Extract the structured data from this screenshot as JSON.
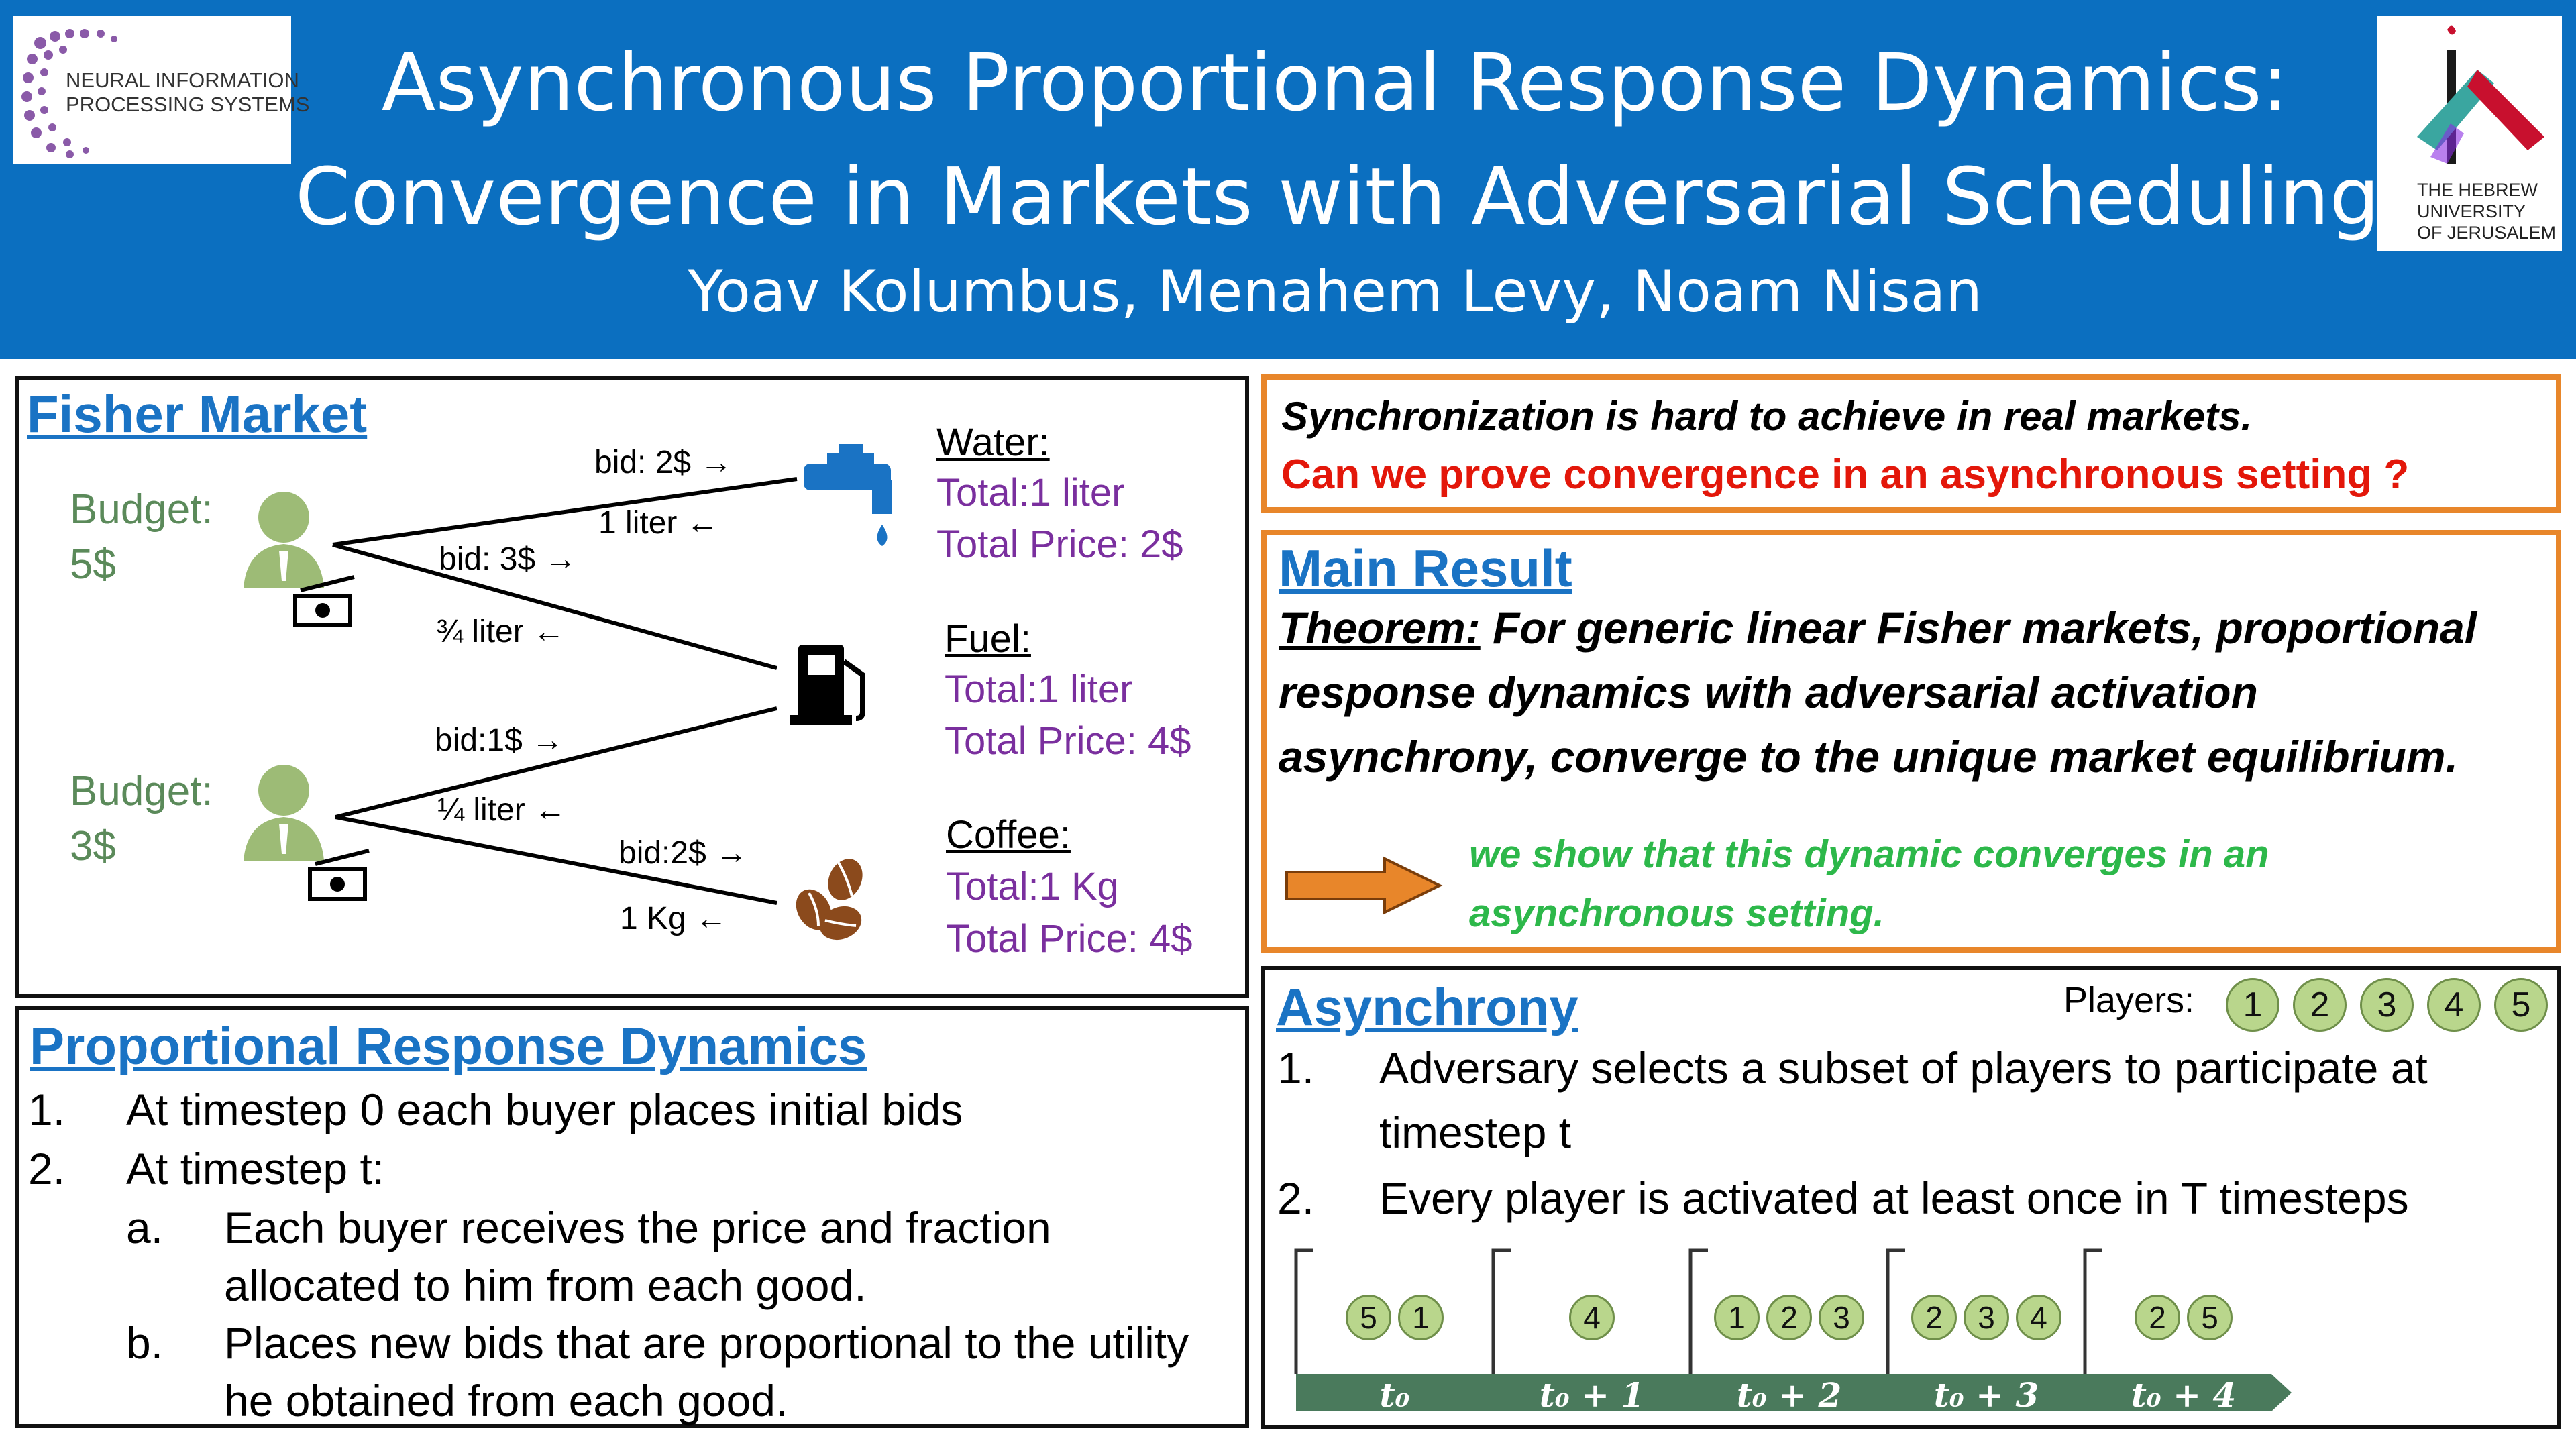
{
  "header": {
    "title_line1": "Asynchronous Proportional Response Dynamics:",
    "title_line2": "Convergence in Markets with Adversarial Scheduling",
    "authors": "Yoav Kolumbus,  Menahem Levy,  Noam Nisan",
    "logo_left_line1": "NEURAL INFORMATION",
    "logo_left_line2": "PROCESSING SYSTEMS",
    "logo_right_line1": "THE HEBREW",
    "logo_right_line2": "UNIVERSITY",
    "logo_right_line3": "OF JERUSALEM"
  },
  "fisher": {
    "title": "Fisher Market",
    "buyer1": {
      "label": "Budget:",
      "value": "5$"
    },
    "buyer2": {
      "label": "Budget:",
      "value": "3$"
    },
    "edges": {
      "b1_water_bid": "bid: 2$ →",
      "b1_water_alloc": "1 liter ←",
      "b1_fuel_bid": "bid: 3$ →",
      "b1_fuel_alloc": "¾ liter ←",
      "b2_fuel_bid": "bid:1$ →",
      "b2_fuel_alloc": "¼ liter ←",
      "b2_coffee_bid": "bid:2$ →",
      "b2_coffee_alloc": "1 Kg ←"
    },
    "goods": [
      {
        "name": "Water:",
        "total": "Total:1 liter",
        "price": "Total Price: 2$"
      },
      {
        "name": "Fuel:",
        "total": "Total:1 liter",
        "price": "Total Price: 4$"
      },
      {
        "name": "Coffee:",
        "total": "Total:1 Kg",
        "price": "Total Price: 4$"
      }
    ],
    "colors": {
      "budget": "#5b8a5a",
      "goods": "#7a2f9e",
      "water_icon": "#1a73c4",
      "coffee_icon": "#8b4a1c"
    }
  },
  "prd": {
    "title": "Proportional Response Dynamics",
    "item1_num": "1.",
    "item1_text": "At timestep 0 each buyer places initial bids",
    "item2_num": "2.",
    "item2_text": "At timestep t:",
    "sub_a_num": "a.",
    "sub_a_line1": "Each buyer receives the price and fraction",
    "sub_a_line2": "allocated to him from each good.",
    "sub_b_num": "b.",
    "sub_b_line1": "Places new bids that are proportional to the utility",
    "sub_b_line2": "he obtained from each good."
  },
  "sync": {
    "line1": "Synchronization is hard to achieve in real markets.",
    "line2": "Can we prove convergence in an asynchronous setting ?"
  },
  "main_result": {
    "title": "Main Result",
    "theorem_label": "Theorem:",
    "theorem_line1": " For generic linear Fisher markets, proportional",
    "theorem_line2": "response dynamics with adversarial activation",
    "theorem_line3": "asynchrony, converge to the unique market equilibrium.",
    "note_line1": "we show that this dynamic converges in an",
    "note_line2": "asynchronous setting."
  },
  "asynchrony": {
    "title": "Asynchrony",
    "players_label": "Players:",
    "players": [
      "1",
      "2",
      "3",
      "4",
      "5"
    ],
    "item1_num": "1.",
    "item1_line1": "Adversary selects a subset of players to participate at",
    "item1_line2": "timestep t",
    "item2_num": "2.",
    "item2_text": "Every player is activated at least once in T timesteps",
    "timeline": [
      {
        "label": "t₀",
        "players": [
          "5",
          "1"
        ]
      },
      {
        "label": "t₀ + 1",
        "players": [
          "4"
        ]
      },
      {
        "label": "t₀ + 2",
        "players": [
          "1",
          "2",
          "3"
        ]
      },
      {
        "label": "t₀ + 3",
        "players": [
          "2",
          "3",
          "4"
        ]
      },
      {
        "label": "t₀ + 4",
        "players": [
          "2",
          "5"
        ]
      }
    ]
  }
}
